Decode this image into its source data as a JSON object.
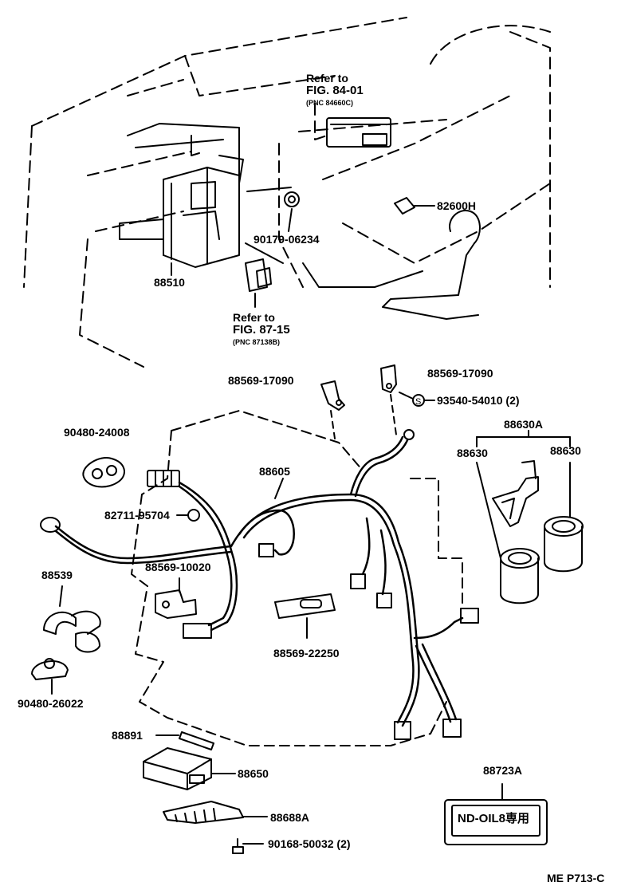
{
  "labels": {
    "refer_84_line1": "Refer to",
    "refer_84_line2": "FIG. 84-01",
    "refer_84_pnc": "(PNC 84660C)",
    "p82600h": "82600H",
    "p90179": "90179-06234",
    "p88510": "88510",
    "refer_87_line1": "Refer to",
    "refer_87_line2": "FIG. 87-15",
    "refer_87_pnc": "(PNC 87138B)",
    "p88569_17090_a": "88569-17090",
    "p88569_17090_b": "88569-17090",
    "p93540": "93540-54010 (2)",
    "p90480_24008": "90480-24008",
    "p88630a": "88630A",
    "p88630_left": "88630",
    "p88630_right": "88630",
    "p88605": "88605",
    "p82711": "82711-95704",
    "p88569_10020": "88569-10020",
    "p88539": "88539",
    "p88569_22250": "88569-22250",
    "p90480_26022": "90480-26022",
    "p88891": "88891",
    "p88650": "88650",
    "p88723a": "88723A",
    "p88688a": "88688A",
    "p90168": "90168-50032 (2)",
    "figure_code": "ME P713-C",
    "label_plate_text": "ND-OIL8専用"
  }
}
